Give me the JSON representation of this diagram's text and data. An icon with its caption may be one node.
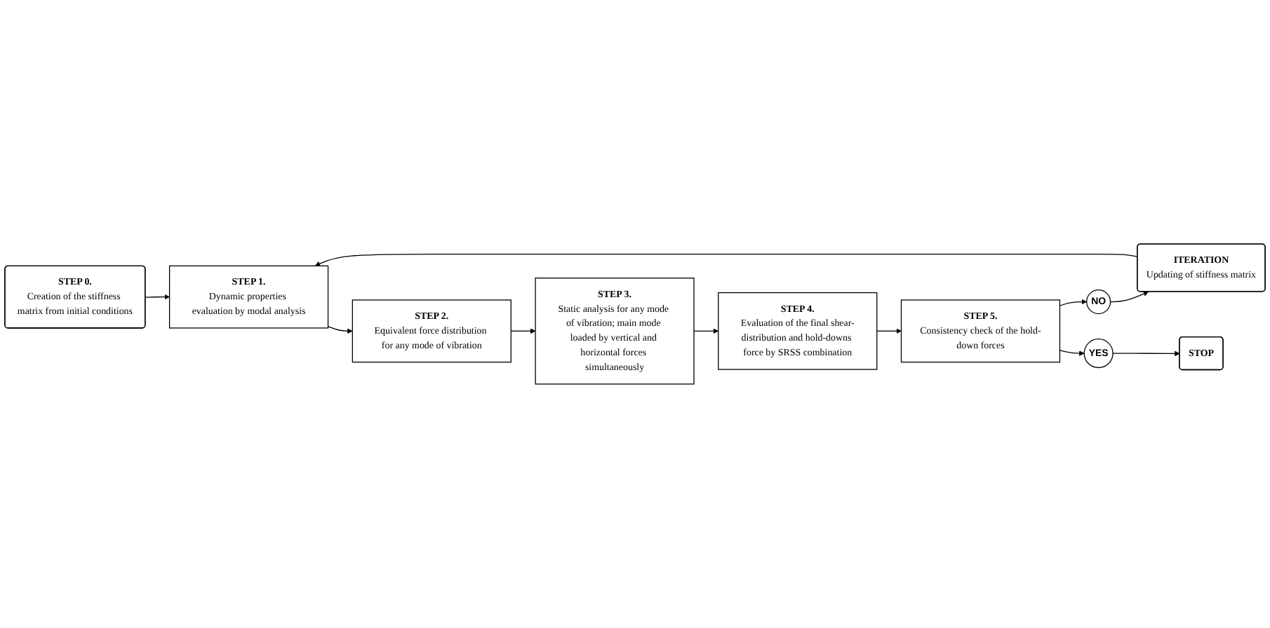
{
  "diagram": {
    "nodes": [
      {
        "text": [
          "STEP 0.",
          "Creation of the stiffness matrix from initial conditions"
        ]
      },
      {
        "text": [
          "STEP 1.",
          "Dynamic properties evaluation by modal analysis"
        ]
      },
      {
        "text": [
          "STEP 2.",
          "Equivalent force distribution for any mode of vibration"
        ]
      },
      {
        "text": [
          "STEP 3.",
          "Static analysis for any mode of vibration; main mode loaded by vertical and horizontal forces simultaneously"
        ]
      },
      {
        "text": [
          "STEP 4.",
          "Evaluation of the final shear-distribution and hold-downs force by SRSS combination"
        ]
      },
      {
        "text": [
          "STEP 5.",
          "Consistency check of the hold-down forces"
        ]
      },
      {
        "text": [
          "ITERATION",
          "Updating of stiffness matrix"
        ]
      },
      {
        "text": [
          "NO"
        ]
      },
      {
        "text": [
          "YES"
        ]
      },
      {
        "text": [
          "STOP"
        ]
      }
    ],
    "edges": [
      {
        "from": 0,
        "to": 1,
        "arrow": "to"
      },
      {
        "from": 1,
        "to": 2,
        "arrow": "to"
      },
      {
        "from": 2,
        "to": 3,
        "arrow": "to"
      },
      {
        "from": 3,
        "to": 4,
        "arrow": "to"
      },
      {
        "from": 4,
        "to": 5,
        "arrow": "to"
      },
      {
        "from": 5,
        "to": 7,
        "arrow": "to"
      },
      {
        "from": 7,
        "to": 6,
        "arrow": "to"
      },
      {
        "from": 6,
        "to": 1,
        "arrow": "to"
      },
      {
        "from": 5,
        "to": 8,
        "arrow": "to"
      },
      {
        "from": 8,
        "to": 9,
        "arrow": "to"
      }
    ]
  }
}
